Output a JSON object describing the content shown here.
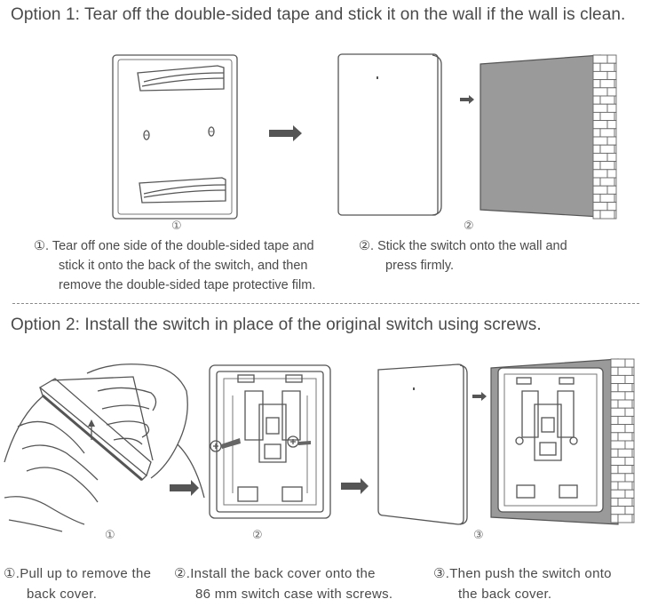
{
  "option1": {
    "heading": "Option 1: Tear off the double-sided tape and stick it on the wall if the wall is clean.",
    "steps": [
      {
        "marker": "①",
        "caption_marker": "①.",
        "lines": [
          "Tear off one side of the double-sided tape and",
          "stick it onto the back of the switch, and then",
          "remove the double-sided tape protective film."
        ]
      },
      {
        "marker": "②",
        "caption_marker": "②.",
        "lines": [
          "Stick the switch onto the wall and",
          "press firmly."
        ]
      }
    ]
  },
  "option2": {
    "heading": "Option 2: Install the switch in place of the original switch using screws.",
    "steps": [
      {
        "marker": "①",
        "caption_marker": "①.",
        "lines": [
          "Pull up to remove the",
          "back cover."
        ]
      },
      {
        "marker": "②",
        "caption_marker": "②.",
        "lines": [
          "Install the back cover onto the",
          "86 mm switch case with screws."
        ]
      },
      {
        "marker": "③",
        "caption_marker": "③.",
        "lines": [
          "Then push the switch onto",
          "the back cover."
        ]
      }
    ]
  },
  "colors": {
    "wall": "#9a9a9a",
    "outline": "#555555",
    "arrow": "#555555",
    "text": "#4a4a4a"
  }
}
